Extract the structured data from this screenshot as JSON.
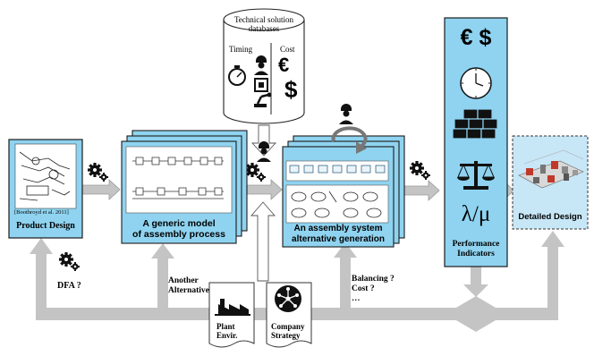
{
  "database": {
    "title_line1": "Technical solution",
    "title_line2": "databases",
    "timing_label": "Timing",
    "cost_label": "Cost",
    "euro_glyph": "€",
    "dollar_glyph": "$"
  },
  "product_design": {
    "label": "Product Design",
    "citation": "[Boothroyd et al. 2011]"
  },
  "generic_model": {
    "label_line1": "A generic model",
    "label_line2": "of assembly process"
  },
  "assembly_system": {
    "label_line1": "An assembly system",
    "label_line2": "alternative generation"
  },
  "performance": {
    "label_line1": "Performance",
    "label_line2": "Indicators",
    "currency_glyphs": "€ $",
    "lambda_mu": "λ/μ"
  },
  "detailed_design": {
    "label": "Detailed Design"
  },
  "feedback": {
    "dfa": "DFA ?",
    "another_line1": "Another",
    "another_line2": "Alternative",
    "balancing": "Balancing ?",
    "cost": "Cost ?",
    "ellipsis": "…"
  },
  "documents": {
    "plant_line1": "Plant",
    "plant_line2": "Envir.",
    "company_line1": "Company",
    "company_line2": "Strategy"
  },
  "colors": {
    "box_fill": "#8fd3f0",
    "box_stroke": "#1b1b1b",
    "arrow_gray": "#c4c4c4",
    "arrow_stroke": "#9a9a9a",
    "dashed_fill": "#c7e7f7"
  }
}
